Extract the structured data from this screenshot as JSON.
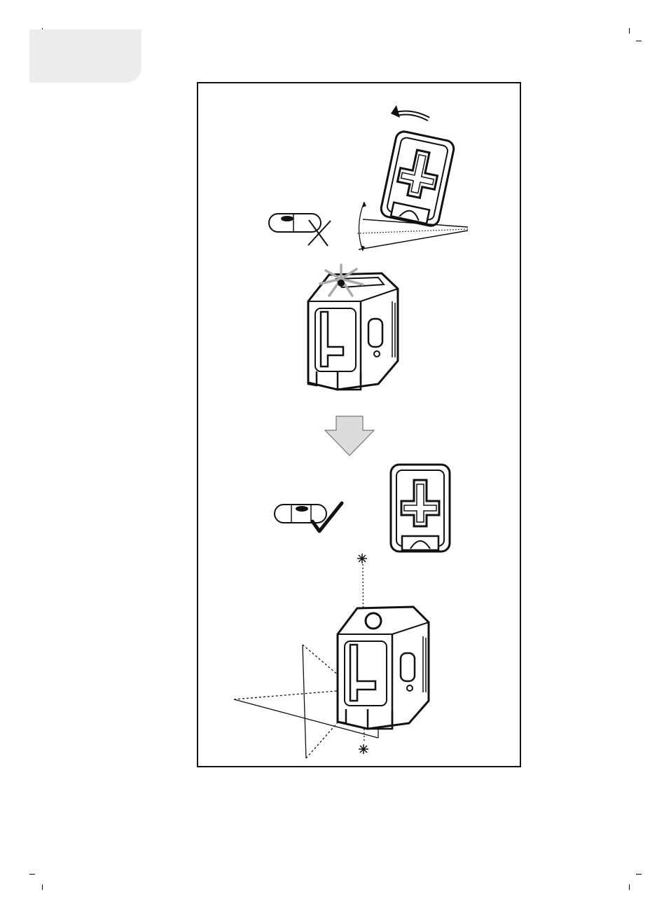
{
  "document": {
    "page_tab": {
      "fill": "#ececec"
    },
    "figure": {
      "step1": {
        "status": "incorrect",
        "vial_bubble": "off-center",
        "mark_icon": "cross-icon",
        "rotation_icon": "rotate-arrow-icon"
      },
      "step2": {
        "indicator": "flashing-light",
        "device_icon": "laser-level-device-icon"
      },
      "arrow": {
        "icon": "down-arrow-icon",
        "fill": "#dcdcdc"
      },
      "step3": {
        "status": "correct",
        "vial_bubble": "centered",
        "mark_icon": "check-icon"
      },
      "step4": {
        "beams": [
          "horizontal-plane",
          "vertical-plane"
        ],
        "point_icon": "laser-dot-icon"
      }
    }
  }
}
